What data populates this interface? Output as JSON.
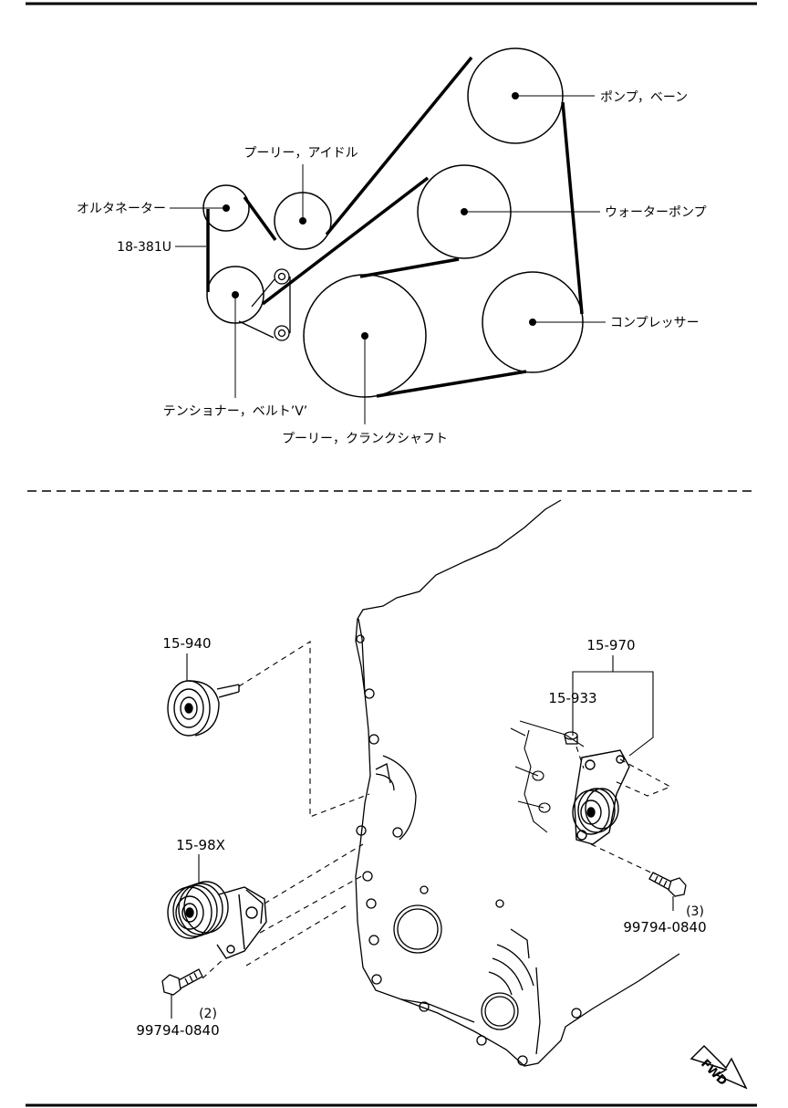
{
  "belt_diagram": {
    "pump_vane": "ポンプ，ベーン",
    "idle_pulley": "プーリー，アイドル",
    "alternator": "オルタネーター",
    "water_pump": "ウォーターポンプ",
    "belt_part": "18-381U",
    "compressor": "コンプレッサー",
    "tensioner": "テンショナー，ベルト’V’",
    "crank_pulley": "プーリー，クランクシャフト"
  },
  "exploded_view": {
    "idler_part": "15-940",
    "tensioner_assy_part": "15-970",
    "pulley_part": "15-933",
    "tensioner_part": "15-98X",
    "bolt_right_part": "99794-0840",
    "bolt_right_qty": "(3)",
    "bolt_left_part": "99794-0840",
    "bolt_left_qty": "(2)",
    "fwd": "FWD"
  }
}
